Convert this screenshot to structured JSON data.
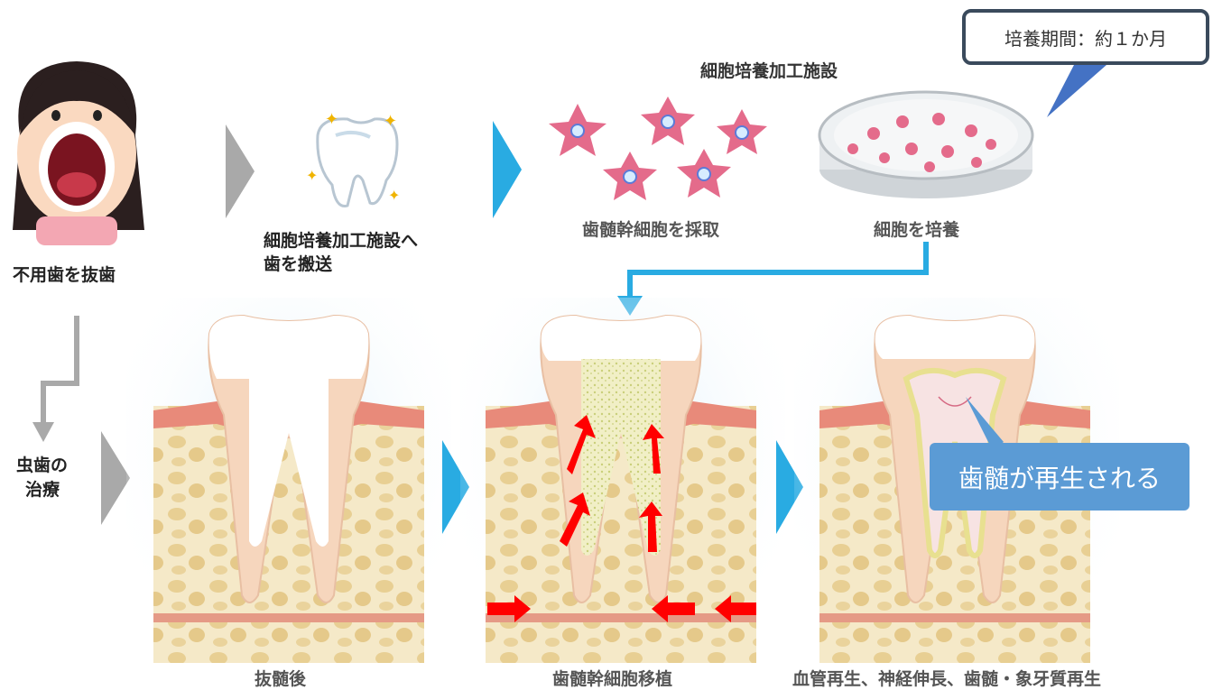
{
  "labels": {
    "extract": "不用歯を抜歯",
    "transport_line1": "細胞培養加工施設へ",
    "transport_line2": "歯を搬送",
    "facility": "細胞培養加工施設",
    "harvest": "歯髄幹細胞を採取",
    "culture": "細胞を培養",
    "cavity_line1": "虫歯の",
    "cavity_line2": "治療",
    "after_pulpectomy": "抜髄後",
    "transplant": "歯髄幹細胞移植",
    "regeneration": "血管再生、神経伸長、歯髄・象牙質再生"
  },
  "callout": {
    "period": "培養期間：約１か月"
  },
  "regen_note": "歯髄が再生される",
  "colors": {
    "arrow_grey": "#a9a9a9",
    "arrow_blue": "#29abe2",
    "arrow_red": "#ff0000",
    "gum": "#e88a7a",
    "bone": "#f2e2b8",
    "callout_fill": "#5b9bd5"
  }
}
